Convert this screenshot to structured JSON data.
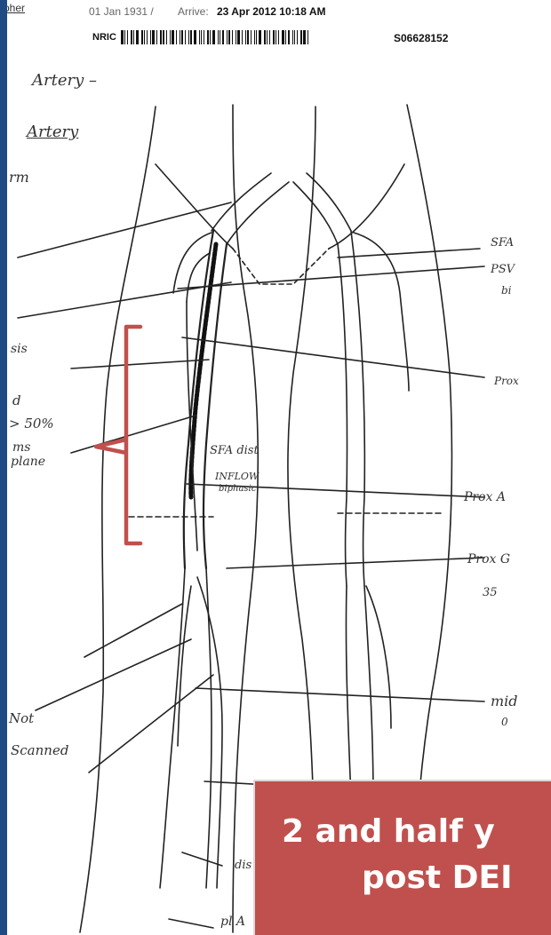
{
  "header": {
    "name_fragment": "pher",
    "dob": "01 Jan 1931 /",
    "arrive_label": "Arrive:",
    "arrive_datetime": "23 Apr 2012 10:18 AM",
    "nric_label": "NRIC",
    "nric_number": "S06628152"
  },
  "annotations": {
    "left": {
      "artery_1": "Artery –",
      "artery_2": "Artery",
      "line_3": "rm",
      "sis": "sis",
      "d": "d",
      "pct": "> 50%",
      "ms": "ms",
      "plane": "plane",
      "not": "Not",
      "scanned": "Scanned"
    },
    "middle": {
      "sfa_dist": "SFA dist",
      "inflow": "INFLOW",
      "biphasic": "biphasic",
      "dist": "dis",
      "pl_a": "pl A"
    },
    "right": {
      "sfa": "SFA",
      "psv": "PSV",
      "bi": "bi",
      "prox_1": "Prox",
      "prox_a": "Prox A",
      "prox_g": "Prox G",
      "num_35": "35",
      "mid": "mid",
      "zero": "0"
    }
  },
  "caption": {
    "line1": "2 and half y",
    "line2": "post DEI"
  },
  "colors": {
    "slide_background": "#1f4a84",
    "bracket": "#c0504d",
    "caption_background": "#c0504d",
    "caption_text": "#ffffff"
  }
}
